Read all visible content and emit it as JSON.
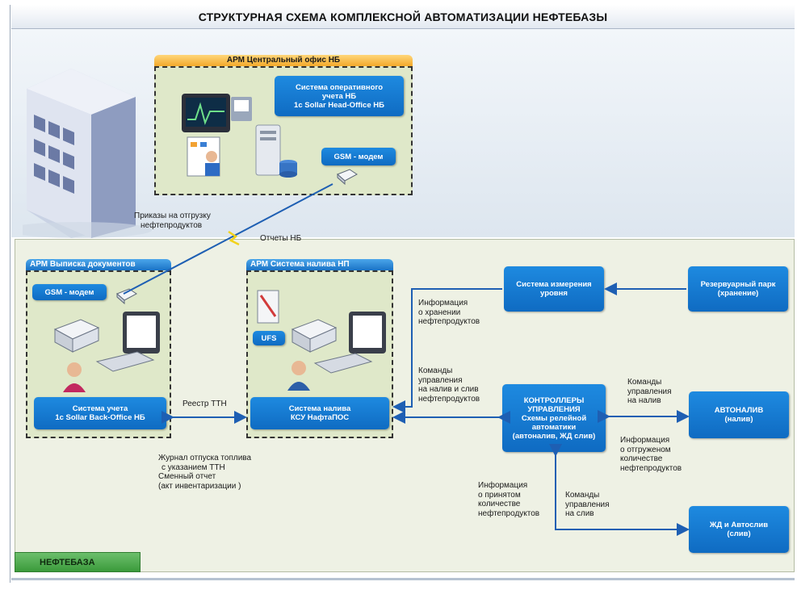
{
  "diagram": {
    "title": "СТРУКТУРНАЯ СХЕМА КОМПЛЕКСНОЙ АВТОМАТИЗАЦИИ НЕФТЕБАЗЫ",
    "base_label": "НЕФТЕБАЗА",
    "arm_office": {
      "header": "АРМ Центральный офис НБ",
      "system_lines": [
        "Система оперативного",
        "учета НБ",
        "1с Sollar Head-Office НБ"
      ],
      "modem": "GSM - модем"
    },
    "arm_docs": {
      "header": "АРМ Выписка документов",
      "modem": "GSM - модем",
      "system_lines": [
        "Система учета",
        "1с Sollar  Back-Office НБ"
      ]
    },
    "arm_fill": {
      "header": "АРМ Система налива НП",
      "ufs": "UFS",
      "system_lines": [
        "Система налива",
        "КСУ НафтаПОС"
      ]
    },
    "level_system": [
      "Система измерения",
      "уровня"
    ],
    "tank_park": [
      "Резервуарный парк",
      "(хранение)"
    ],
    "controllers": [
      "КОНТРОЛЛЕРЫ",
      "УПРАВЛЕНИЯ",
      "Схемы релейной",
      "автоматики",
      "(автоналив, ЖД слив)"
    ],
    "autofill": [
      "АВТОНАЛИВ",
      "(налив)"
    ],
    "rail": [
      "ЖД и Автослив",
      "(слив)"
    ],
    "labels": {
      "orders": [
        "Приказы на отгрузку",
        "нефтепродуктов"
      ],
      "reports": "Отчеты НБ",
      "registry": "Реестр ТТН",
      "journal": [
        "Журнал отпуска топлива",
        "с указанием ТТН",
        "Сменный отчет",
        "(акт инвентаризации )"
      ],
      "storage_info": [
        "Информация",
        "о хранении",
        "нефтепродуктов"
      ],
      "fill_commands": [
        "Команды",
        "управления",
        "на налив и слив",
        "нефтепродуктов"
      ],
      "fill_cmd_right": [
        "Команды",
        "управления",
        "на налив"
      ],
      "shipped_info": [
        "Информация",
        "о отгруженом",
        "количестве",
        "нефтепродуктов"
      ],
      "received_info": [
        "Информация",
        "о принятом",
        "количестве",
        "нефтепродуктов"
      ],
      "drain_commands": [
        "Команды",
        "управления",
        "на слив"
      ]
    }
  }
}
